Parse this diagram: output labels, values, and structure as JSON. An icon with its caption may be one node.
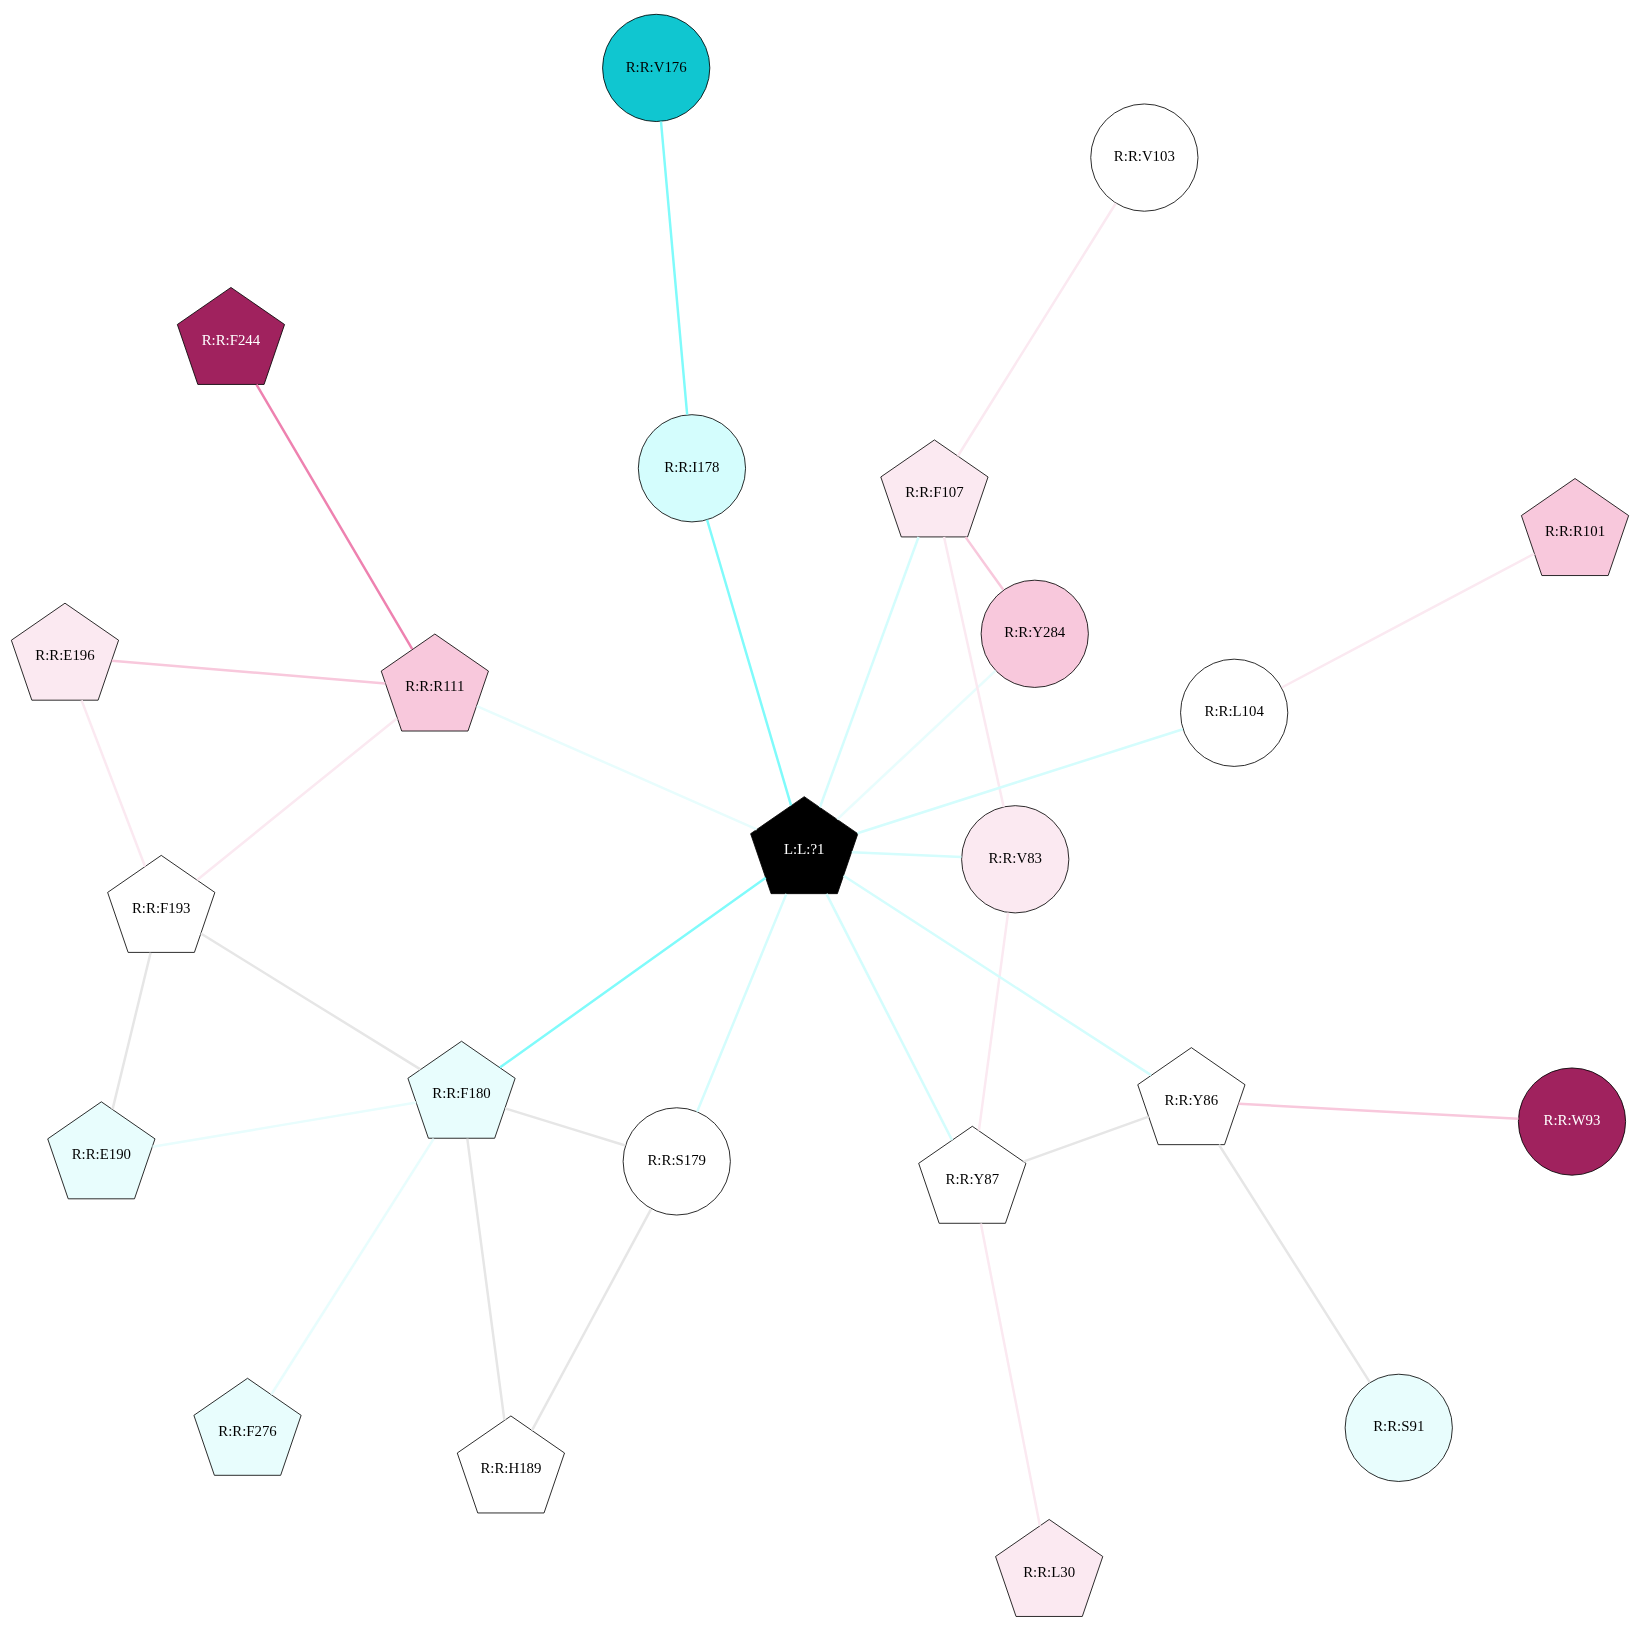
{
  "diagram": {
    "nodes": [
      {
        "text": [
          "R:R:L30"
        ]
      },
      {
        "text": [
          "R:R:V103"
        ]
      },
      {
        "text": [
          "R:R:S91"
        ]
      },
      {
        "text": [
          "R:R:V176"
        ]
      },
      {
        "text": [
          "R:R:Y284"
        ]
      },
      {
        "text": [
          "R:R:V83"
        ]
      },
      {
        "text": [
          "R:R:Y86"
        ]
      },
      {
        "text": [
          "R:R:W93"
        ]
      },
      {
        "text": [
          "R:R:F180"
        ]
      },
      {
        "text": [
          "R:R:Y87"
        ]
      },
      {
        "text": [
          "R:R:F276"
        ]
      },
      {
        "text": [
          "L:L:?1"
        ]
      },
      {
        "text": [
          "R:R:R101"
        ]
      },
      {
        "text": [
          "R:R:S179"
        ]
      },
      {
        "text": [
          "R:R:L104"
        ]
      },
      {
        "text": [
          "R:R:E190"
        ]
      },
      {
        "text": [
          "R:R:I178"
        ]
      },
      {
        "text": [
          "R:R:F107"
        ]
      },
      {
        "text": [
          "R:R:R111"
        ]
      },
      {
        "text": [
          "R:R:F193"
        ]
      },
      {
        "text": [
          "R:R:H189"
        ]
      },
      {
        "text": [
          "R:R:E196"
        ]
      },
      {
        "text": [
          "R:R:F244"
        ]
      }
    ],
    "edges": [
      {
        "from": 0,
        "to": 9,
        "arrow": "none",
        "color": "#fbe9f1"
      },
      {
        "from": 1,
        "to": 17,
        "arrow": "none",
        "color": "#fbe9f1"
      },
      {
        "from": 2,
        "to": 6,
        "arrow": "none",
        "color": "#e6e6e6"
      },
      {
        "from": 6,
        "to": 7,
        "arrow": "none",
        "color": "#f8c8dc"
      },
      {
        "from": 6,
        "to": 9,
        "arrow": "none",
        "color": "#e6e6e6"
      },
      {
        "from": 6,
        "to": 11,
        "arrow": "none",
        "color": "#d4fdfd"
      },
      {
        "from": 5,
        "to": 11,
        "arrow": "none",
        "color": "#d4fdfd"
      },
      {
        "from": 5,
        "to": 17,
        "arrow": "none",
        "color": "#fbe9f1"
      },
      {
        "from": 5,
        "to": 9,
        "arrow": "none",
        "color": "#fbe9f1"
      },
      {
        "from": 4,
        "to": 11,
        "arrow": "none",
        "color": "#e8fdfd"
      },
      {
        "from": 4,
        "to": 17,
        "arrow": "none",
        "color": "#f8c8dc"
      },
      {
        "from": 3,
        "to": 16,
        "arrow": "none",
        "color": "#80fbfb"
      },
      {
        "from": 8,
        "to": 11,
        "arrow": "none",
        "color": "#80fbfb"
      },
      {
        "from": 8,
        "to": 10,
        "arrow": "none",
        "color": "#e8fdfd"
      },
      {
        "from": 8,
        "to": 13,
        "arrow": "none",
        "color": "#e6e6e6"
      },
      {
        "from": 8,
        "to": 20,
        "arrow": "none",
        "color": "#e6e6e6"
      },
      {
        "from": 8,
        "to": 19,
        "arrow": "none",
        "color": "#e6e6e6"
      },
      {
        "from": 15,
        "to": 8,
        "arrow": "none",
        "color": "#e8fdfd"
      },
      {
        "from": 9,
        "to": 11,
        "arrow": "none",
        "color": "#d4fdfd"
      },
      {
        "from": 11,
        "to": 13,
        "arrow": "none",
        "color": "#d4fdfd"
      },
      {
        "from": 11,
        "to": 14,
        "arrow": "none",
        "color": "#d4fdfd"
      },
      {
        "from": 11,
        "to": 16,
        "arrow": "none",
        "color": "#80fbfb"
      },
      {
        "from": 11,
        "to": 17,
        "arrow": "none",
        "color": "#d4fdfd"
      },
      {
        "from": 11,
        "to": 18,
        "arrow": "none",
        "color": "#e8fdfd"
      },
      {
        "from": 12,
        "to": 14,
        "arrow": "none",
        "color": "#fbe9f1"
      },
      {
        "from": 13,
        "to": 20,
        "arrow": "none",
        "color": "#e6e6e6"
      },
      {
        "from": 15,
        "to": 19,
        "arrow": "none",
        "color": "#e6e6e6"
      },
      {
        "from": 18,
        "to": 19,
        "arrow": "none",
        "color": "#fbe9f1"
      },
      {
        "from": 18,
        "to": 21,
        "arrow": "none",
        "color": "#f8c8dc"
      },
      {
        "from": 18,
        "to": 22,
        "arrow": "none",
        "color": "#ee82b0"
      },
      {
        "from": 19,
        "to": 21,
        "arrow": "none",
        "color": "#fbe9f1"
      }
    ]
  }
}
